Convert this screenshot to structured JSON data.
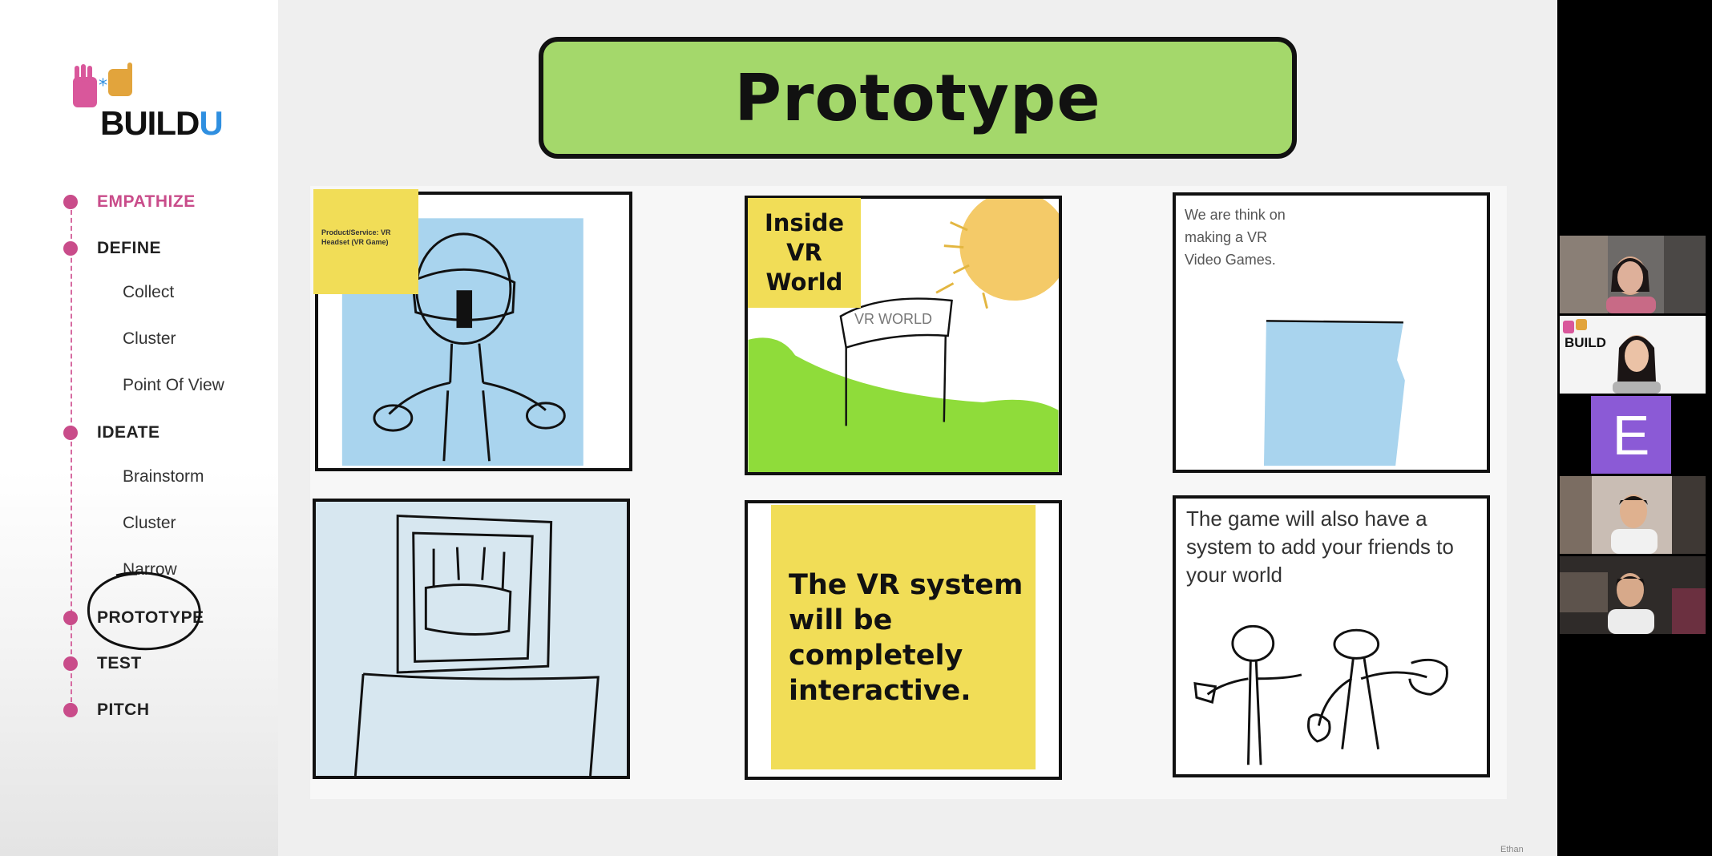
{
  "logo": {
    "text_main": "BUILD",
    "text_accent": "U"
  },
  "sidebar": {
    "items": [
      {
        "label": "EMPATHIZE",
        "type": "main",
        "active": true
      },
      {
        "label": "DEFINE",
        "type": "main"
      },
      {
        "label": "Collect",
        "type": "sub"
      },
      {
        "label": "Cluster",
        "type": "sub"
      },
      {
        "label": "Point Of View",
        "type": "sub"
      },
      {
        "label": "IDEATE",
        "type": "main"
      },
      {
        "label": "Brainstorm",
        "type": "sub"
      },
      {
        "label": "Cluster",
        "type": "sub"
      },
      {
        "label": "Narrow",
        "type": "sub"
      },
      {
        "label": "PROTOTYPE",
        "type": "main",
        "circled": true
      },
      {
        "label": "TEST",
        "type": "main"
      },
      {
        "label": "PITCH",
        "type": "main"
      }
    ]
  },
  "slide": {
    "title": "Prototype",
    "panels": {
      "p1_note": "Product/Service: VR Headset (VR Game)",
      "p2_note_lines": [
        "Inside",
        "VR",
        "World"
      ],
      "p2_label": "VR WORLD",
      "p3_text": "We are think on making a VR Video Games.",
      "p5_note": "The VR system will be completely interactive.",
      "p6_text": "The game will also have a system to add your friends to your world"
    }
  },
  "video": {
    "tile2_logo": "BUILD",
    "tile3_letter": "E",
    "presenter_label": "Ethan"
  },
  "colors": {
    "title_green": "#a4d86b",
    "sticky_yellow": "#f1dd57",
    "nav_pink": "#c94c8a",
    "sketch_blue": "#a9d4ee",
    "sketch_green": "#8fdc3a",
    "tile_purple": "#8b5ad6"
  }
}
